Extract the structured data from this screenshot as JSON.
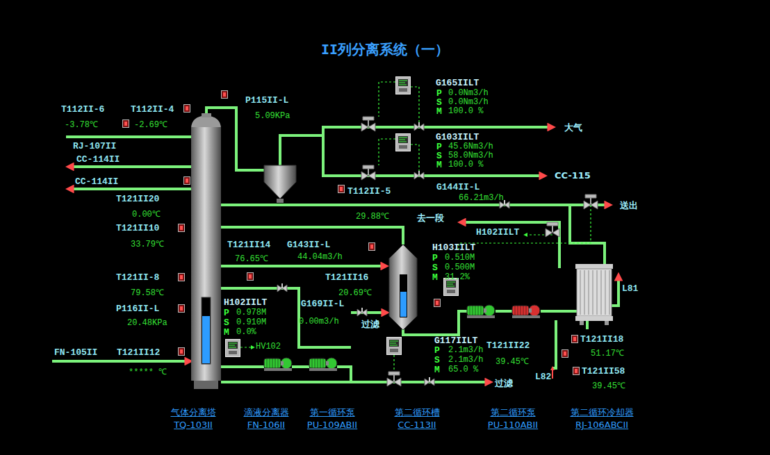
{
  "diagram": {
    "title": "II列分离系统（一）",
    "labels": [
      "T112II-6",
      "T112II-4",
      "-3.78℃",
      "-2.69℃",
      "RJ-107II",
      "CC-114II",
      "CC-114II",
      "P115II-L",
      "5.09KPa",
      "G165IILT",
      "P",
      "0.0Nm3/h",
      "S",
      "0.0Nm3/h",
      "M",
      "100.0 %",
      "大气",
      "G103IILT",
      "P",
      "45.6Nm3/h",
      "S",
      "58.0Nm3/h",
      "M",
      "100.0 %",
      "CC-115",
      "G144II-L",
      "66.21m3/h",
      "T121II20",
      "0.00℃",
      "T112II-5",
      "29.88℃",
      "送出",
      "去一段",
      "T121II10",
      "33.79℃",
      "H102IILT",
      "H103IILT",
      "P",
      "0.510M",
      "S",
      "0.500M",
      "M",
      "31.2%",
      "T121II14",
      "76.65℃",
      "G143II-L",
      "44.04m3/h",
      "T121II-8",
      "79.58℃",
      "T121II16",
      "20.69℃",
      "L81",
      "H102IILT",
      "P",
      "0.978M",
      "S",
      "0.910M",
      "M",
      "0.0%",
      "G169II-L",
      "0.00m3/h",
      "过滤",
      "P116II-L",
      "20.48KPa",
      "HV102",
      "G117IILT",
      "P",
      "2.1m3/h",
      "S",
      "2.1m3/h",
      "M",
      "65.0 %",
      "过滤",
      "T121II22",
      "39.45℃",
      "T121II18",
      "51.17℃",
      "FN-105II",
      "T121II12",
      "***** ℃",
      "L82",
      "T121II58",
      "39.45℃",
      "气体分离塔",
      "TQ-103II",
      "滴液分离器",
      "FN-106II",
      "第一循环泵",
      "PU-109ABII",
      "第二循环槽",
      "CC-113II",
      "第二循环泵",
      "PU-110ABII",
      "第二循环冷却器",
      "RJ-106ABCII"
    ]
  }
}
